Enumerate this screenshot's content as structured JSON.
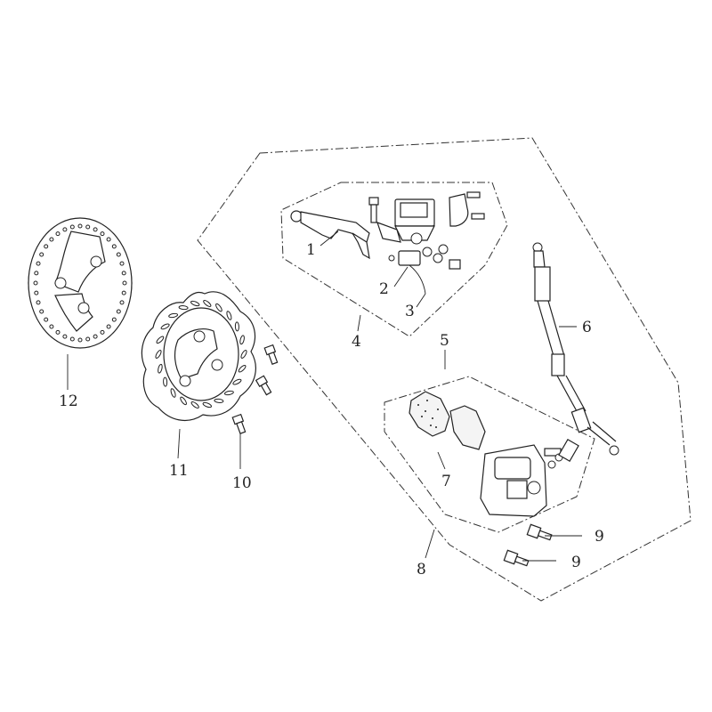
{
  "diagram": {
    "callouts": {
      "c1": "1",
      "c2": "2",
      "c3": "3",
      "c4": "4",
      "c5": "5",
      "c6": "6",
      "c7": "7",
      "c8": "8",
      "c9a": "9",
      "c9b": "9",
      "c10": "10",
      "c11": "11",
      "c12": "12"
    },
    "colors": {
      "line": "#222222",
      "background": "#ffffff"
    }
  }
}
